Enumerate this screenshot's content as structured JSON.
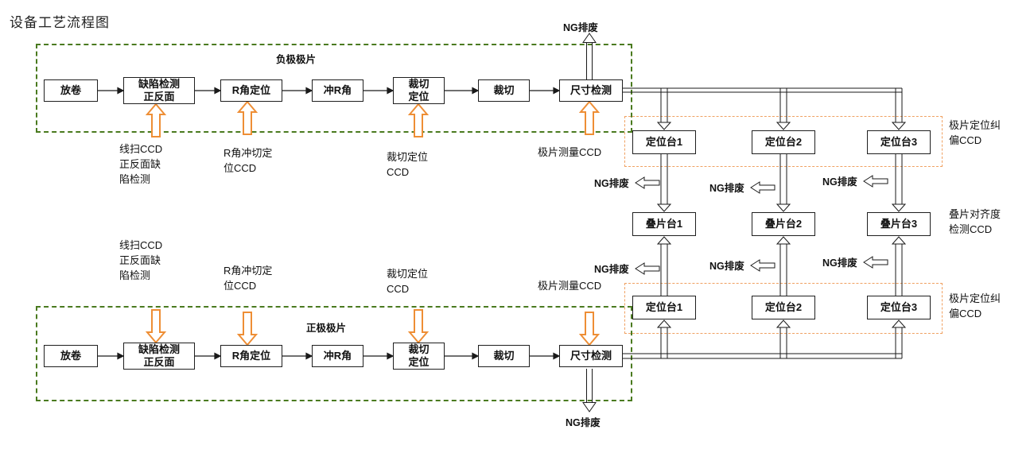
{
  "title": "设备工艺流程图",
  "ng_label": "NG排废",
  "colors": {
    "green_dashed": "#4a7a1f",
    "orange_dashed": "#f0a162",
    "orange_arrow": "#ee8e35",
    "line": "#1a1a1a"
  },
  "neg": {
    "group_label": "负极极片",
    "nodes": [
      "放卷",
      "缺陷检测\n正反面",
      "R角定位",
      "冲R角",
      "裁切\n定位",
      "裁切",
      "尺寸检测"
    ],
    "ccd_labels": [
      "线扫CCD\n正反面缺\n陷检测",
      "R角冲切定\n位CCD",
      "裁切定位\nCCD",
      "极片测量CCD"
    ]
  },
  "pos": {
    "group_label": "正极极片",
    "nodes": [
      "放卷",
      "缺陷检测\n正反面",
      "R角定位",
      "冲R角",
      "裁切\n定位",
      "裁切",
      "尺寸检测"
    ],
    "ccd_labels": [
      "线扫CCD\n正反面缺\n陷检测",
      "R角冲切定\n位CCD",
      "裁切定位\nCCD",
      "极片测量CCD"
    ]
  },
  "grid": {
    "top_row": {
      "nodes": [
        "定位台1",
        "定位台2",
        "定位台3"
      ],
      "side_label": "极片定位纠\n偏CCD"
    },
    "middle_row": {
      "nodes": [
        "叠片台1",
        "叠片台2",
        "叠片台3"
      ],
      "side_label": "叠片对齐度\n检测CCD"
    },
    "bottom_row": {
      "nodes": [
        "定位台1",
        "定位台2",
        "定位台3"
      ],
      "side_label": "极片定位纠\n偏CCD"
    }
  }
}
